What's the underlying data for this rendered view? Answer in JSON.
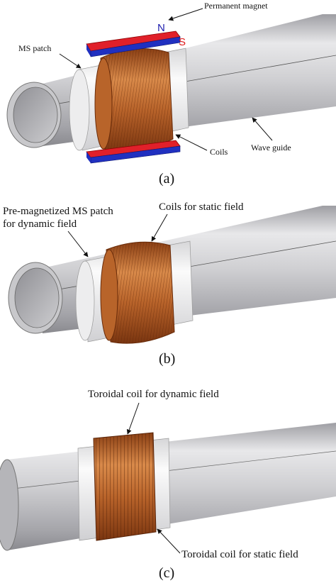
{
  "panels": [
    {
      "id": "a",
      "caption": "(a)",
      "labels": {
        "permanent_magnet": "Permanent magnet",
        "pole_n": "N",
        "pole_s": "S",
        "ms_patch": "MS patch",
        "coils": "Coils",
        "wave_guide": "Wave guide"
      }
    },
    {
      "id": "b",
      "caption": "(b)",
      "labels": {
        "premag_line1": "Pre-magnetized MS patch",
        "premag_line2": "for dynamic field",
        "coils_static": "Coils for static field"
      }
    },
    {
      "id": "c",
      "caption": "(c)",
      "labels": {
        "toroidal_dynamic": "Toroidal coil for dynamic field",
        "toroidal_static": "Toroidal coil for static field"
      }
    }
  ],
  "colors": {
    "pipe_light": "#e4e4e6",
    "pipe_mid": "#b9b9bd",
    "pipe_dark": "#8d8d92",
    "patch": "#f2f2f2",
    "copper_light": "#d98a4a",
    "copper_dark": "#8a3f14",
    "magnet_red": "#e0202a",
    "magnet_blue": "#2030c0",
    "pole_n": "#2020b0",
    "pole_s": "#e01a1a"
  }
}
